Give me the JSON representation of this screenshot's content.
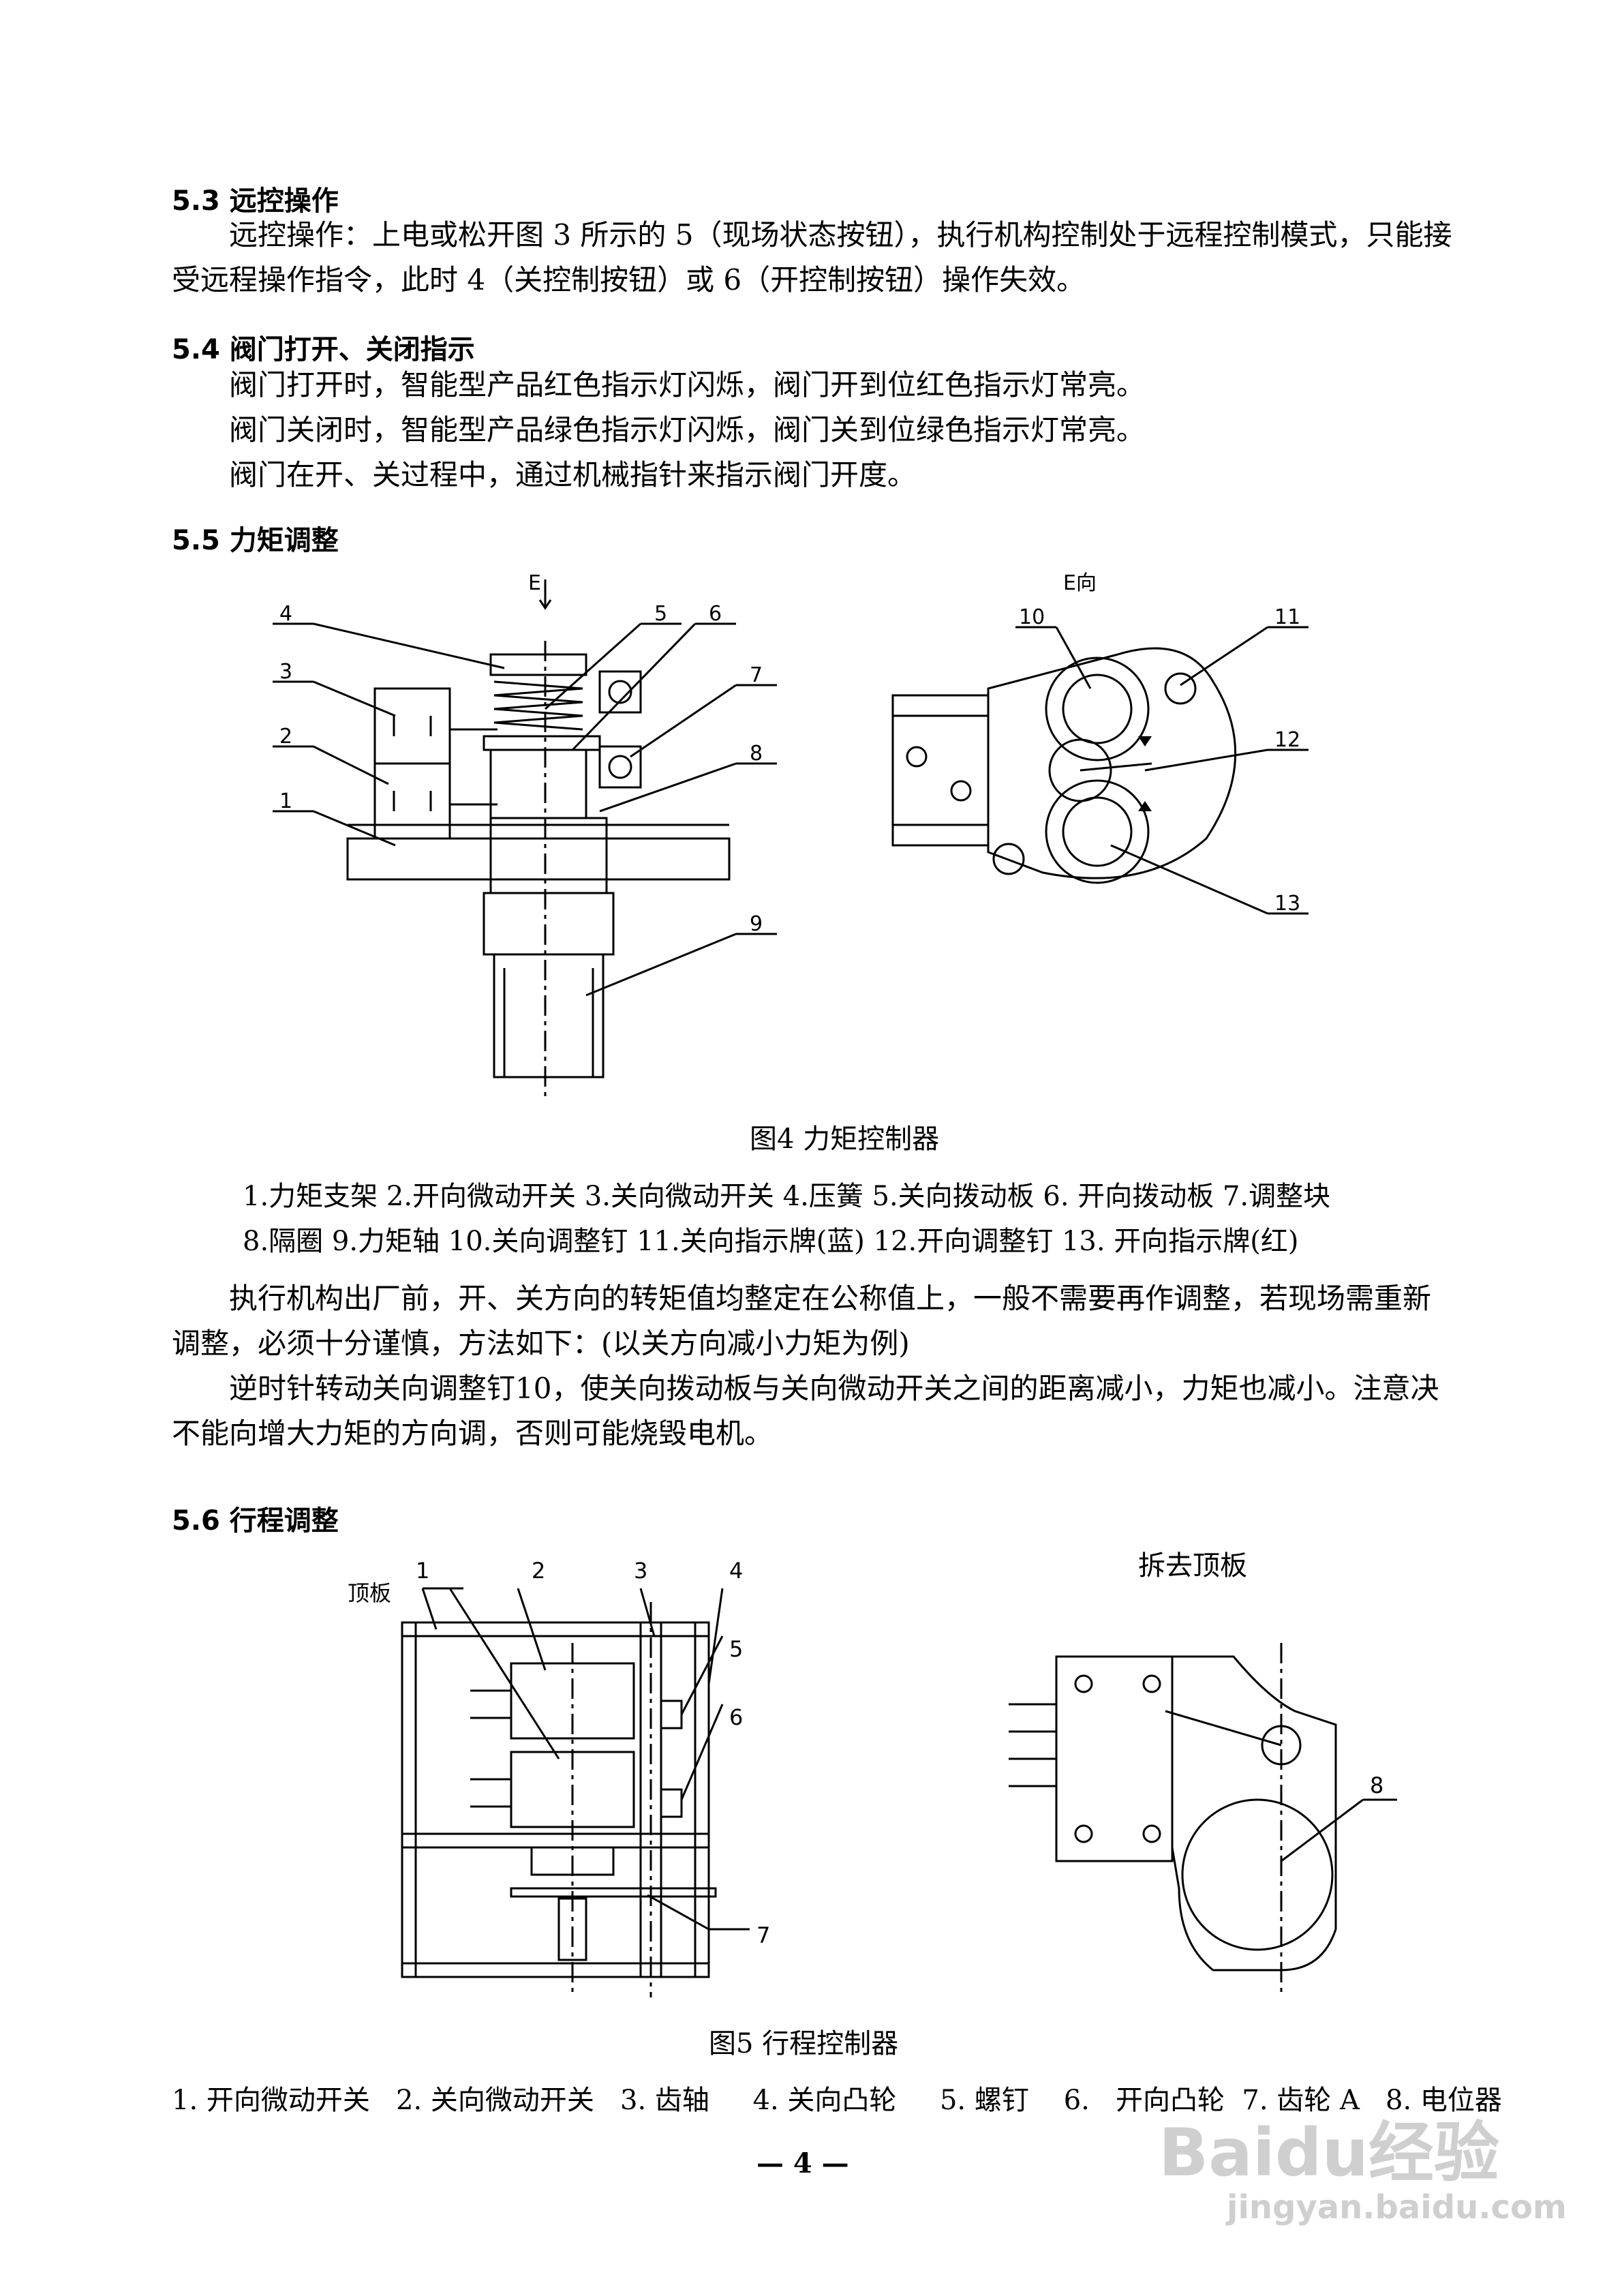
{
  "s53": {
    "heading": "5.3 远控操作",
    "p1": "远控操作：上电或松开图 3 所示的 5（现场状态按钮），执行机构控制处于远程控制模式，只能接",
    "p2": "受远程操作指令，此时 4（关控制按钮）或 6（开控制按钮）操作失效。"
  },
  "s54": {
    "heading": "5.4  阀门打开、关闭指示",
    "l1": "阀门打开时，智能型产品红色指示灯闪烁，阀门开到位红色指示灯常亮。",
    "l2": "阀门关闭时，智能型产品绿色指示灯闪烁，阀门关到位绿色指示灯常亮。",
    "l3": "阀门在开、关过程中，通过机械指针来指示阀门开度。"
  },
  "s55": {
    "heading": "5.5  力矩调整",
    "fig4": {
      "view_e": "E",
      "view_e_dir": "E向",
      "callouts_left": [
        "1",
        "2",
        "3",
        "4",
        "5",
        "6",
        "7",
        "8",
        "9"
      ],
      "callouts_right": [
        "10",
        "11",
        "12",
        "13"
      ],
      "caption": "图4  力矩控制器"
    },
    "legend1": "1.力矩支架  2.开向微动开关  3.关向微动开关  4.压簧  5.关向拨动板  6.  开向拨动板  7.调整块",
    "legend2": "8.隔圈  9.力矩轴  10.关向调整钉  11.关向指示牌(蓝) 12.开向调整钉  13.  开向指示牌(红)",
    "p1a": "执行机构出厂前，开、关方向的转矩值均整定在公称值上，一般不需要再作调整，若现场需重新",
    "p1b": "调整，必须十分谨慎，方法如下：(以关方向减小力矩为例)",
    "p2a": "逆时针转动关向调整钉10，使关向拨动板与关向微动开关之间的距离减小，力矩也减小。注意决",
    "p2b": "不能向增大力矩的方向调，否则可能烧毁电机。"
  },
  "s56": {
    "heading": "5.6  行程调整",
    "fig5": {
      "top_plate": "顶板",
      "remove_top": "拆去顶板",
      "callouts": [
        "1",
        "2",
        "3",
        "4",
        "5",
        "6",
        "7",
        "8"
      ],
      "caption": "图5  行程控制器"
    },
    "legend": "1. 开向微动开关   2. 关向微动开关   3. 齿轴     4. 关向凸轮     5. 螺钉    6.   开向凸轮  7. 齿轮 A   8. 电位器"
  },
  "footer": {
    "page_number": "— 4 —"
  },
  "watermark": {
    "brand_left": "Bai",
    "brand_mid": "du",
    "brand_right": "经验",
    "url": "jingyan.baidu.com"
  }
}
